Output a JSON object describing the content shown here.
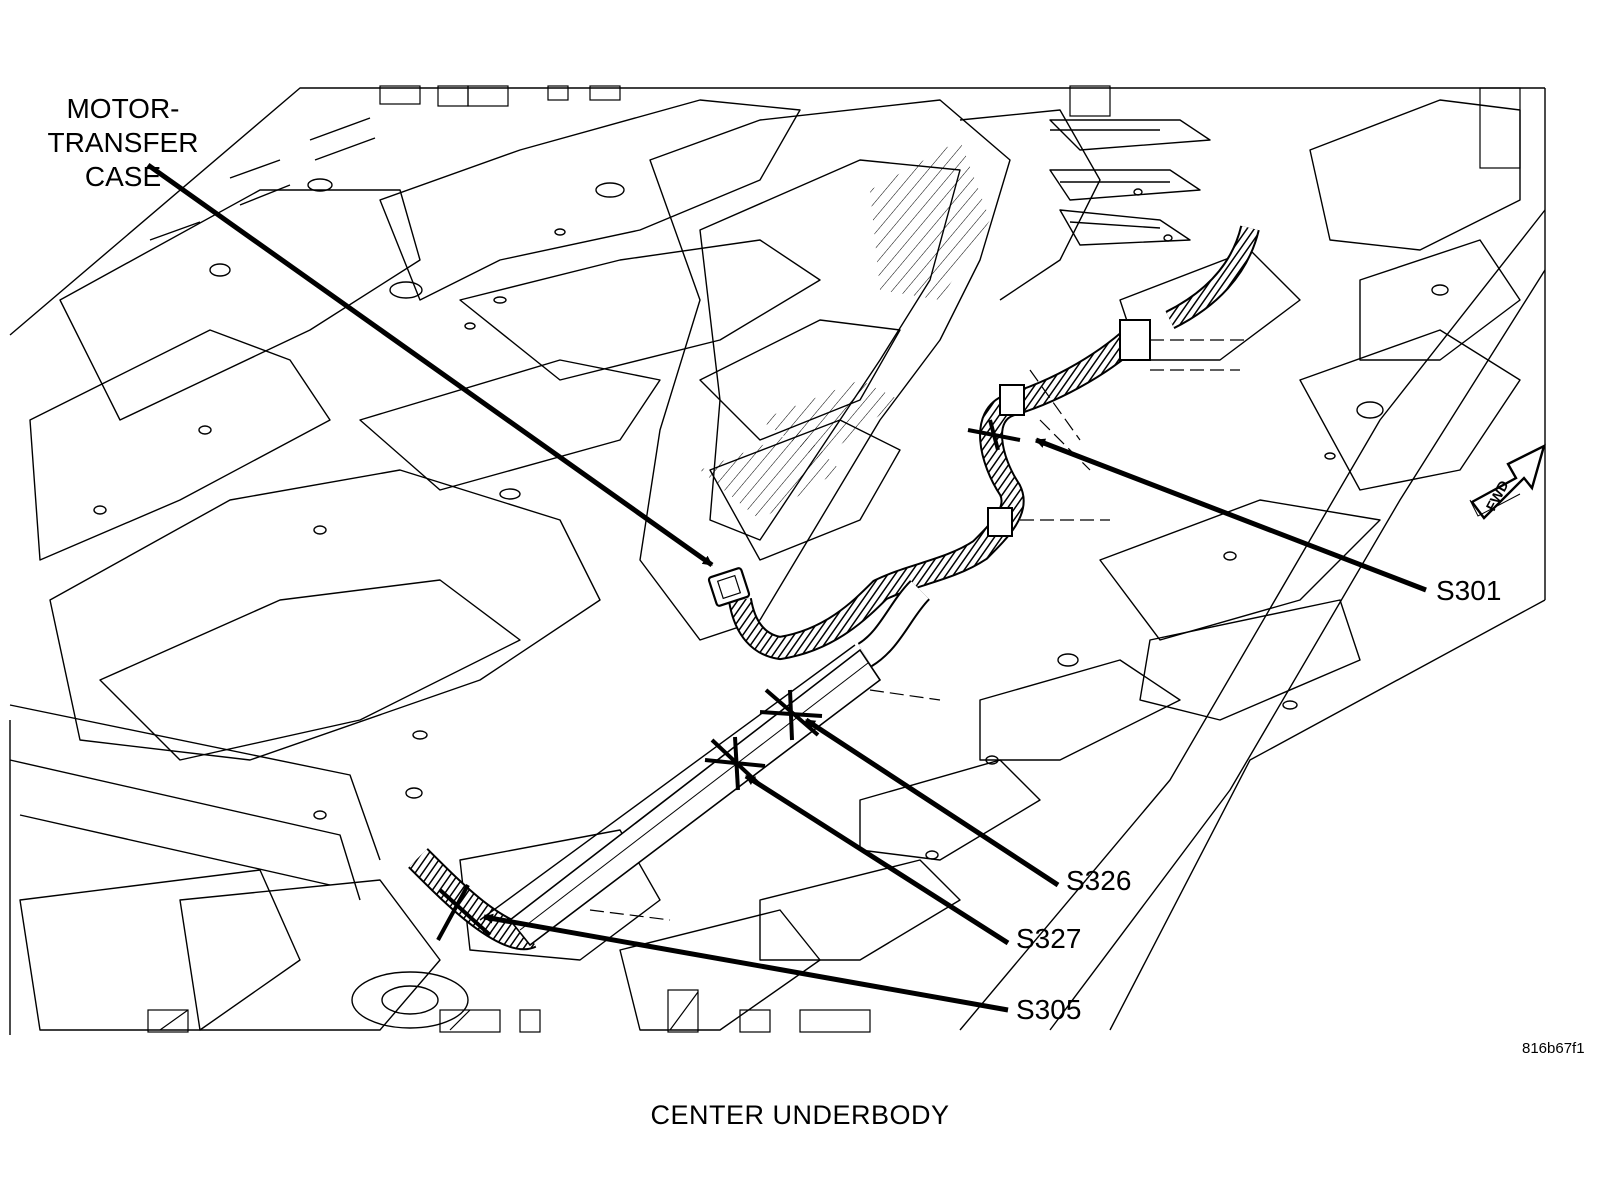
{
  "callouts": {
    "motor_line1": "MOTOR-",
    "motor_line2": "TRANSFER",
    "motor_line3": "CASE",
    "s301": "S301",
    "s326": "S326",
    "s327": "S327",
    "s305": "S305"
  },
  "fwd_label": "FWD",
  "figure_id": "816b67f1",
  "caption": "CENTER UNDERBODY",
  "colors": {
    "line": "#000000",
    "background": "#ffffff"
  }
}
